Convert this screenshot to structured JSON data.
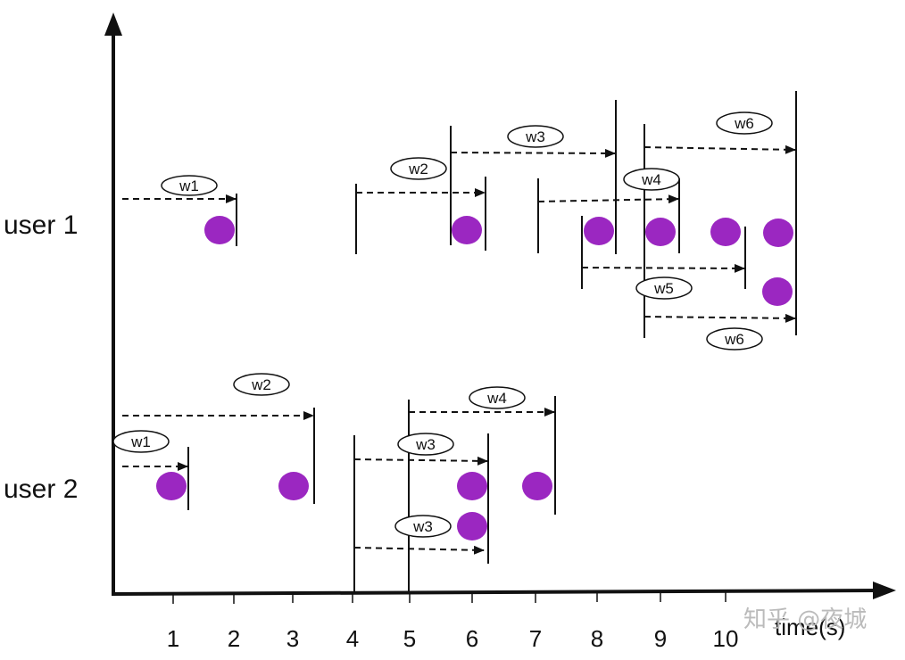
{
  "row_labels": {
    "user1": "user 1",
    "user2": "user 2"
  },
  "x_axis": {
    "ticks": [
      "1",
      "2",
      "3",
      "4",
      "5",
      "6",
      "7",
      "8",
      "9",
      "10"
    ],
    "end_label": "time(s)"
  },
  "watermark": "知乎 @夜城",
  "colors": {
    "dot": "#9b27c1",
    "line": "#111111"
  },
  "windows": {
    "user1": [
      {
        "label": "w1"
      },
      {
        "label": "w2"
      },
      {
        "label": "w3"
      },
      {
        "label": "w4"
      },
      {
        "label": "w6"
      },
      {
        "label": "w5"
      },
      {
        "label": "w6"
      }
    ],
    "user2": [
      {
        "label": "w2"
      },
      {
        "label": "w4"
      },
      {
        "label": "w1"
      },
      {
        "label": "w3"
      },
      {
        "label": "w3"
      }
    ]
  }
}
